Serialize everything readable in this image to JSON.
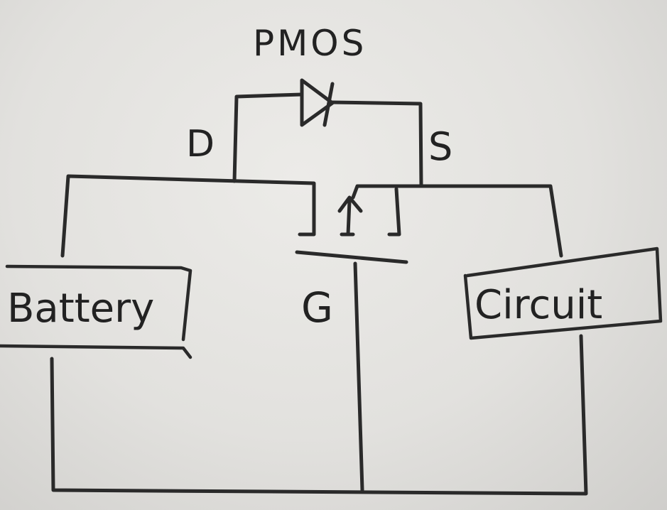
{
  "labels": {
    "title": "PMOS",
    "drain": "D",
    "source": "S",
    "gate": "G",
    "battery": "Battery",
    "circuit": "Circuit"
  },
  "colors": {
    "ink": "#2a2a2a",
    "paper": "#e6e5e2"
  }
}
